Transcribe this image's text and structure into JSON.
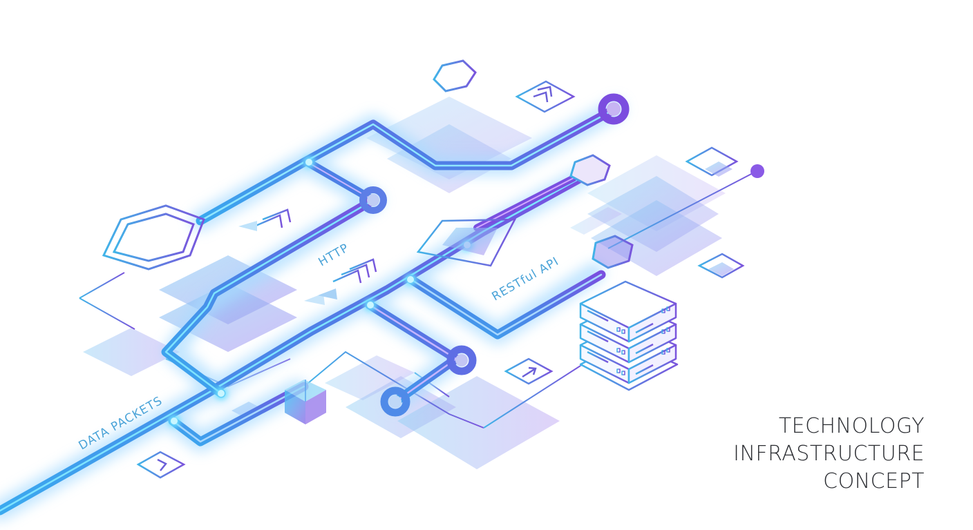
{
  "caption": {
    "line1": "TECHNOLOGY",
    "line2": "INFRASTRUCTURE",
    "line3": "CONCEPT"
  },
  "labels": {
    "http": "HTTP",
    "restful_api": "RESTful API",
    "data_packets": "DATA PACKETS"
  },
  "icons": [
    "hexagon-icon",
    "chevron-arrow-icon",
    "double-chevron-icon",
    "arrow-up-right-icon",
    "server-rack-icon",
    "cube-icon",
    "layer-stack-icon",
    "circuit-node-icon"
  ],
  "colors": {
    "background": "#ffffff",
    "trace_blue": "#3f8ee8",
    "trace_cyan": "#5fd3f5",
    "trace_purple": "#7357e0",
    "glow": "#bfe9ff",
    "panel_blue": "#8fc6f2",
    "panel_purple": "#b79af0",
    "text_dark": "#2a2c31",
    "label_teal": "#4aa3d8"
  }
}
